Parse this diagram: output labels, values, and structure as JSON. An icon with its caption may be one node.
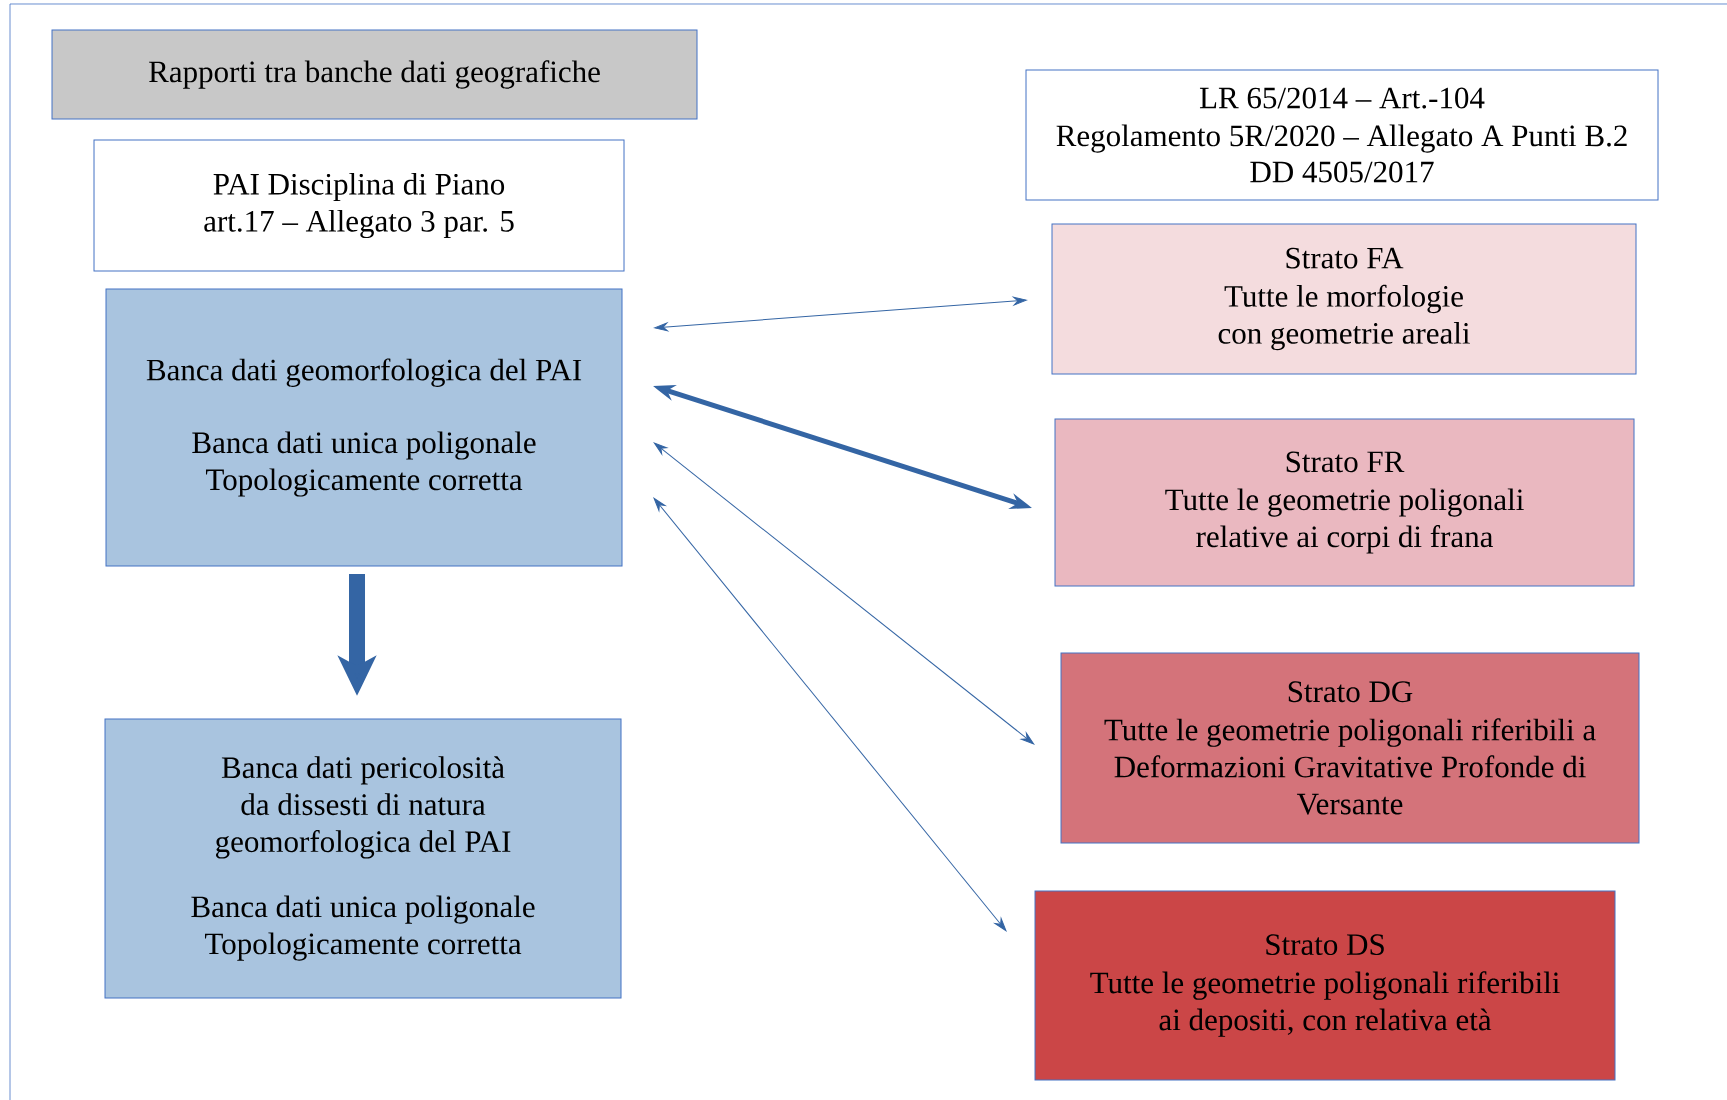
{
  "diagram": {
    "nodes": [
      {
        "text": [
          "Rapporti tra banche dati geografiche"
        ]
      },
      {
        "text": [
          "PAI Disciplina di Piano art.17 – Allegato 3 par. 5"
        ]
      },
      {
        "text": [
          "LR 65/2014 – Art.-104",
          "Regolamento 5R/2020 – Allegato A Punti B.2",
          "DD 4505/2017"
        ]
      },
      {
        "text": [
          "Banca dati geomorfologica del PAI",
          "Banca dati unica poligonale Topologicamente corretta"
        ]
      },
      {
        "text": [
          "Strato FA",
          "Tutte le morfologie con geometrie areali"
        ]
      },
      {
        "text": [
          "Strato FR",
          "Tutte le geometrie poligonali relative ai corpi di frana"
        ]
      },
      {
        "text": [
          "Strato DG",
          "Tutte le geometrie poligonali riferibili a Deformazioni Gravitative Profonde di Versante"
        ]
      },
      {
        "text": [
          "Banca dati pericolosità da dissesti di natura geomorfologica del PAI",
          "Banca dati unica poligonale Topologicamente corretta"
        ]
      },
      {
        "text": [
          "Strato DS",
          "Tutte le geometrie poligonali riferibili ai depositi, con relativa età"
        ]
      }
    ],
    "edges": [
      {
        "from": 3,
        "to": 4,
        "arrow": "both"
      },
      {
        "from": 3,
        "to": 5,
        "arrow": "both",
        "style": "thick"
      },
      {
        "from": 3,
        "to": 6,
        "arrow": "both"
      },
      {
        "from": 3,
        "to": 8,
        "arrow": "both"
      },
      {
        "from": 3,
        "to": 7,
        "arrow": "to",
        "style": "thick"
      }
    ]
  }
}
